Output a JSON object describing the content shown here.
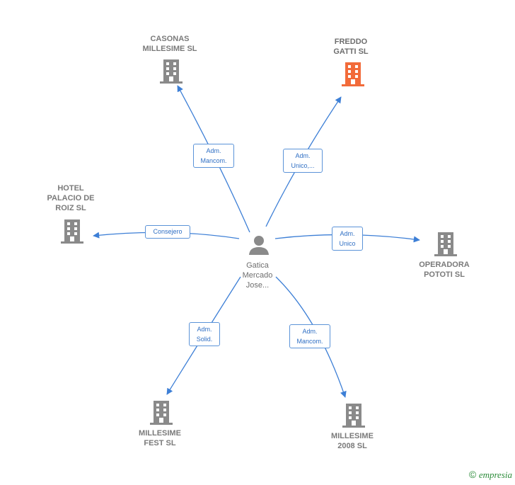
{
  "center": {
    "label": "Gatica\nMercado\nJose..."
  },
  "companies": [
    {
      "id": "casonas",
      "label": "CASONAS\nMILLESIME  SL",
      "color": "#8a8a8a"
    },
    {
      "id": "freddo",
      "label": "FREDDO\nGATTI  SL",
      "color": "#f26b3a"
    },
    {
      "id": "hotel",
      "label": "HOTEL\nPALACIO DE\nROIZ  SL",
      "color": "#8a8a8a"
    },
    {
      "id": "operadora",
      "label": "OPERADORA\nPOTOTI  SL",
      "color": "#8a8a8a"
    },
    {
      "id": "fest",
      "label": "MILLESIME\nFEST  SL",
      "color": "#8a8a8a"
    },
    {
      "id": "m2008",
      "label": "MILLESIME\n2008  SL",
      "color": "#8a8a8a"
    }
  ],
  "roles": {
    "casonas": "Adm.\nMancom.",
    "freddo": "Adm.\nUnico,...",
    "hotel": "Consejero",
    "operadora": "Adm.\nUnico",
    "fest": "Adm.\nSolid.",
    "m2008": "Adm.\nMancom."
  },
  "brand": {
    "copyright": "©",
    "name": "empresia"
  }
}
